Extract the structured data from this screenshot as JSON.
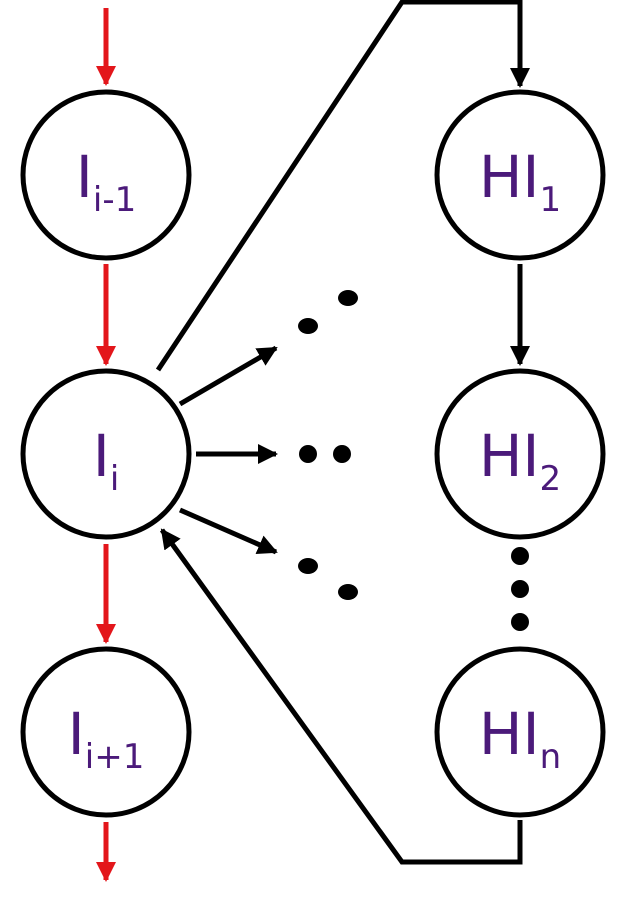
{
  "colors": {
    "node_text": "#4b1a7a",
    "main_chain_arrow": "#e3161b",
    "hidden_chain_arrow": "#000000",
    "node_outline": "#000000"
  },
  "nodes": {
    "i_prev": {
      "base": "I",
      "sub": "i-1"
    },
    "i_cur": {
      "base": "I",
      "sub": "i"
    },
    "i_next": {
      "base": "I",
      "sub": "i+1"
    },
    "hi_1": {
      "base": "HI",
      "sub": "1"
    },
    "hi_2": {
      "base": "HI",
      "sub": "2"
    },
    "hi_n": {
      "base": "HI",
      "sub": "n"
    }
  }
}
